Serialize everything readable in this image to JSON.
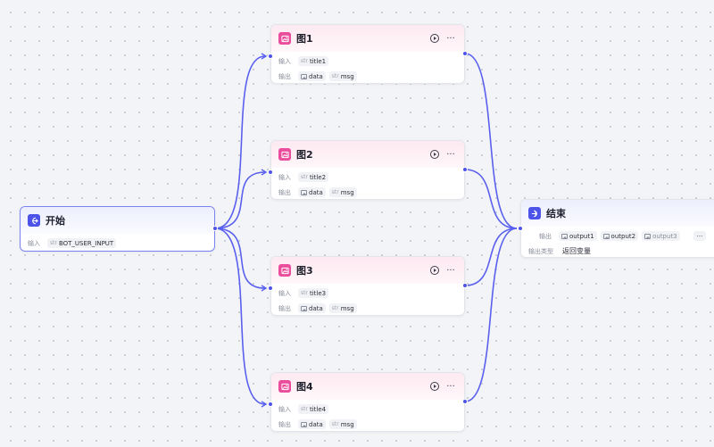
{
  "start_node": {
    "title": "开始",
    "input_label": "输入",
    "input": {
      "type": "str",
      "name": "BOT_USER_INPUT"
    }
  },
  "image_nodes": [
    {
      "title": "图1",
      "input_label": "输入",
      "output_label": "输出",
      "input": {
        "type": "str",
        "name": "title1"
      },
      "outputs": [
        {
          "type": "image",
          "name": "data"
        },
        {
          "type": "str",
          "name": "msg"
        }
      ]
    },
    {
      "title": "图2",
      "input_label": "输入",
      "output_label": "输出",
      "input": {
        "type": "str",
        "name": "title2"
      },
      "outputs": [
        {
          "type": "image",
          "name": "data"
        },
        {
          "type": "str",
          "name": "msg"
        }
      ]
    },
    {
      "title": "图3",
      "input_label": "输入",
      "output_label": "输出",
      "input": {
        "type": "str",
        "name": "title3"
      },
      "outputs": [
        {
          "type": "image",
          "name": "data"
        },
        {
          "type": "str",
          "name": "msg"
        }
      ]
    },
    {
      "title": "图4",
      "input_label": "输入",
      "output_label": "输出",
      "input": {
        "type": "str",
        "name": "title4"
      },
      "outputs": [
        {
          "type": "image",
          "name": "data"
        },
        {
          "type": "str",
          "name": "msg"
        }
      ]
    }
  ],
  "end_node": {
    "title": "结束",
    "output_label": "输出",
    "outputs": [
      {
        "type": "image",
        "name": "output1"
      },
      {
        "type": "image",
        "name": "output2"
      },
      {
        "type": "image",
        "name": "output3"
      }
    ],
    "more": "···",
    "output_type_label": "输出类型",
    "output_type_value": "返回变量"
  },
  "icons": {
    "start": "start-icon",
    "image": "image-gen-icon",
    "end": "end-icon",
    "run": "play-circle-icon",
    "more": "more-icon"
  },
  "colors": {
    "accent": "#4d53e8",
    "image_node": "#ea4d9b",
    "edge": "#5a60ee"
  }
}
